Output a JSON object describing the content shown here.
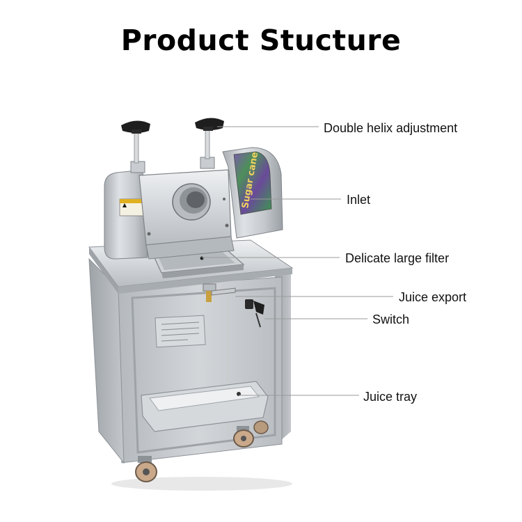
{
  "title": "Product Stucture",
  "callouts": [
    {
      "id": "double-helix",
      "text": "Double helix adjustment"
    },
    {
      "id": "inlet",
      "text": "Inlet"
    },
    {
      "id": "filter",
      "text": "Delicate large filter"
    },
    {
      "id": "juice-export",
      "text": "Juice export"
    },
    {
      "id": "switch",
      "text": "Switch"
    },
    {
      "id": "juice-tray",
      "text": "Juice tray"
    }
  ],
  "machine": {
    "panel_text": "Sugar cane",
    "sticker_text": "CAUTION"
  },
  "colors": {
    "steel_light": "#e4e6e8",
    "steel_mid": "#c4c8cc",
    "steel_dark": "#8f959a",
    "knob": "#1e1e1e",
    "panel_purple": "#6a4a9a",
    "panel_green": "#3a9a4a",
    "leader_line": "#9a9a9a"
  }
}
